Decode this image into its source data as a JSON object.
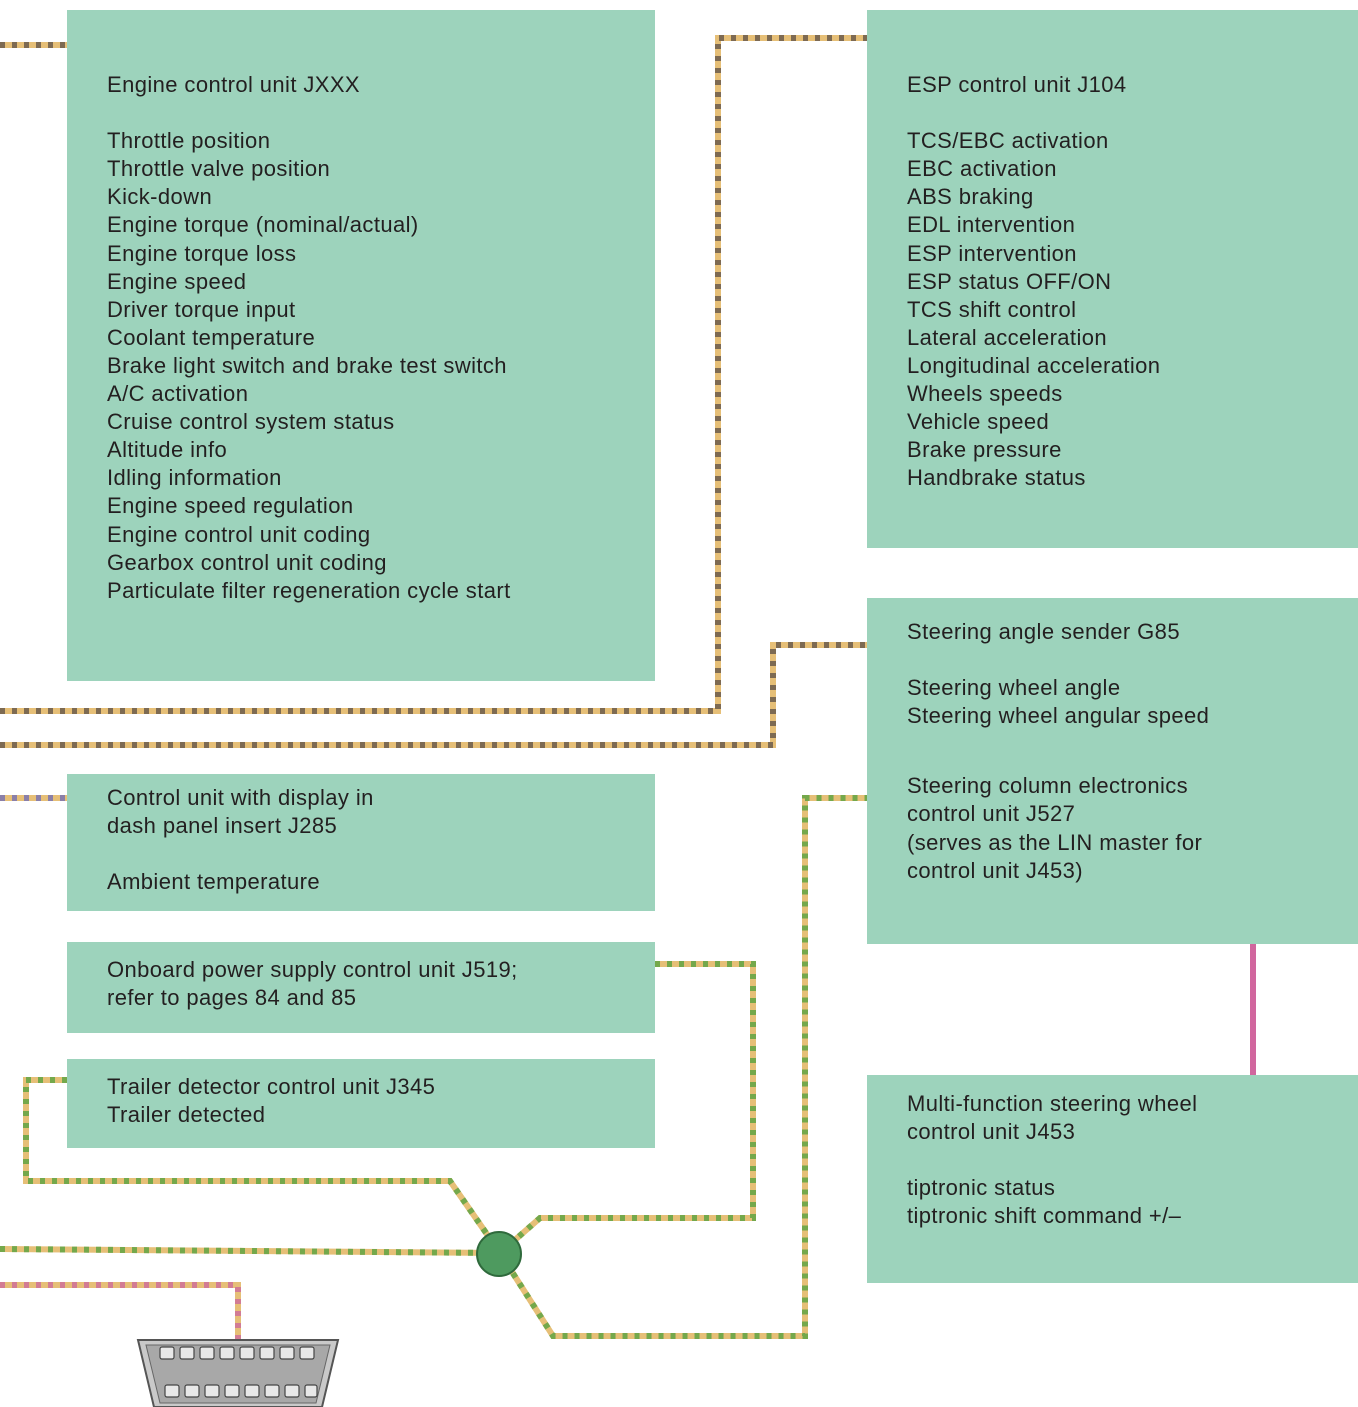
{
  "ecu": {
    "title": "Engine control unit JXXX",
    "items": [
      "Throttle position",
      "Throttle valve position",
      "Kick-down",
      "Engine torque (nominal/actual)",
      "Engine torque loss",
      "Engine speed",
      "Driver torque input",
      "Coolant temperature",
      "Brake light switch and brake test switch",
      "A/C activation",
      "Cruise control system status",
      "Altitude info",
      "Idling information",
      "Engine speed regulation",
      "Engine control unit coding",
      "Gearbox control unit coding",
      "Particulate filter regeneration cycle start"
    ]
  },
  "esp": {
    "title": "ESP control unit J104",
    "items": [
      "TCS/EBC activation",
      "EBC activation",
      "ABS braking",
      "EDL intervention",
      "ESP intervention",
      "ESP status OFF/ON",
      "TCS shift control",
      "Lateral acceleration",
      "Longitudinal acceleration",
      "Wheels speeds",
      "Vehicle speed",
      "Brake pressure",
      "Handbrake status"
    ]
  },
  "steering_sender": {
    "title": "Steering angle sender G85",
    "items": [
      "Steering wheel angle",
      "Steering wheel angular speed"
    ],
    "column_lines": [
      "Steering column electronics",
      "control unit J527",
      "(serves as the LIN master for",
      "control unit J453)"
    ]
  },
  "dash": {
    "title_lines": [
      "Control unit with display in",
      "dash panel insert J285"
    ],
    "items": [
      "Ambient temperature"
    ]
  },
  "j519": {
    "lines": [
      "Onboard power supply control unit J519;",
      "refer to pages 84 and 85"
    ]
  },
  "j345": {
    "lines": [
      "Trailer detector control unit J345",
      "Trailer detected"
    ]
  },
  "mfsw": {
    "title_lines": [
      "Multi-function steering wheel",
      "control unit J453"
    ],
    "items": [
      "tiptronic status",
      "tiptronic shift command +/–"
    ]
  },
  "colors": {
    "box_fill": "#9dd3bc",
    "wire_base": "#e6bf77",
    "wire_stripe_dark": "#7d6a52",
    "wire_stripe_green": "#74a84b",
    "wire_stripe_pink": "#d27c94",
    "lin_wire": "#d1669e",
    "gateway_node": "#4e9a5f"
  }
}
